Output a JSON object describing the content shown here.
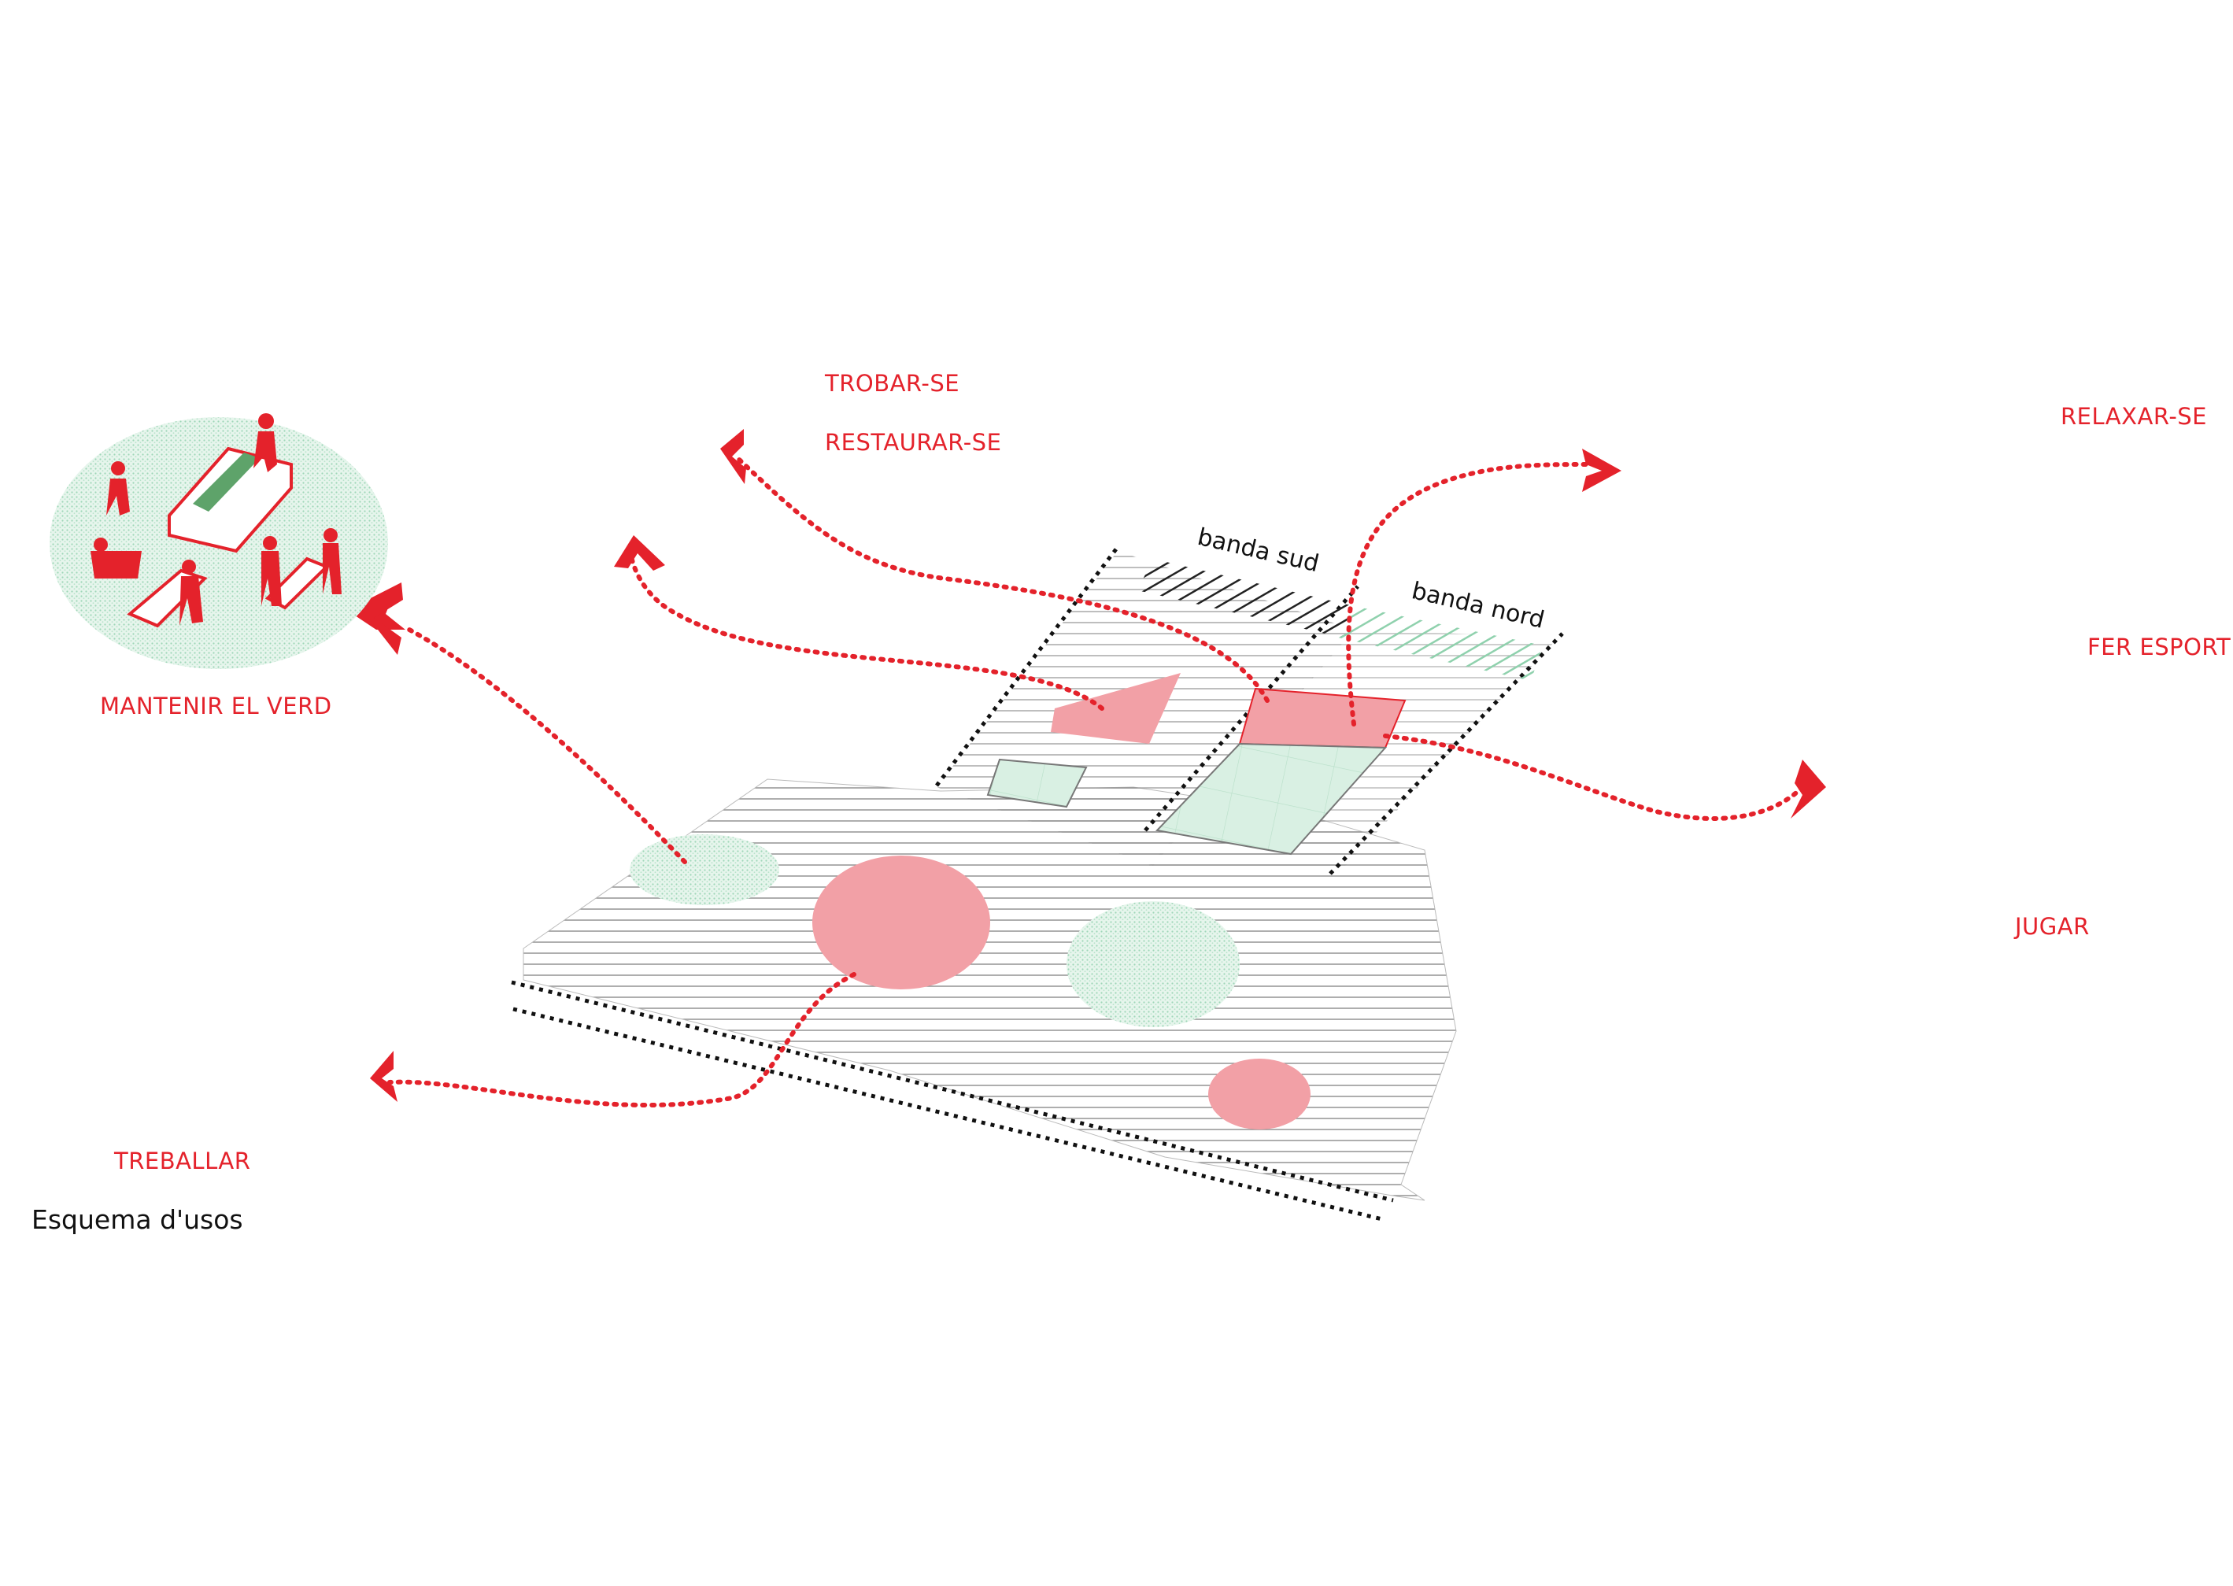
{
  "colors": {
    "accent_red": "#e4222b",
    "pink_fill": "#f2a0a6",
    "light_pink": "#f9d3d6",
    "mint_fill": "#d6efe2",
    "mint_dots": "#8fd1ad",
    "line_grey": "#555555"
  },
  "labels": {
    "trobar": "TROBAR-SE",
    "restaurar": "RESTAURAR-SE",
    "relaxar": "RELAXAR-SE",
    "fer_esport": "FER ESPORT",
    "jugar": "JUGAR",
    "mantenir": "MANTENIR EL VERD",
    "treballar": "TREBALLAR"
  },
  "bands": {
    "sud": "banda sud",
    "nord": "banda nord"
  },
  "caption": "Esquema d'usos",
  "icons": [
    "planter-gardening-icon",
    "cafe-tables-icon",
    "deck-loungers-icon",
    "fitness-frame-icon",
    "play-structure-icon",
    "work-benches-icon"
  ]
}
